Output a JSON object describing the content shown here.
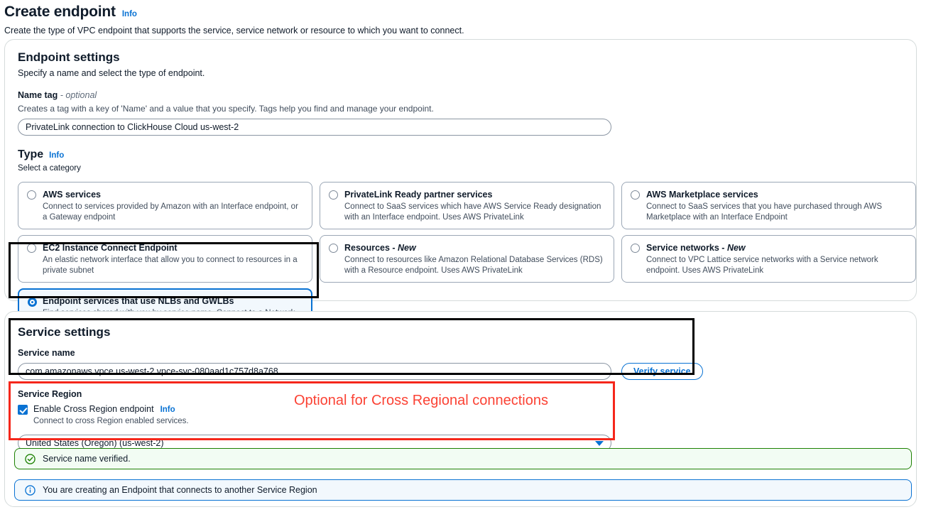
{
  "page": {
    "title": "Create endpoint",
    "info_label": "Info",
    "subtitle": "Create the type of VPC endpoint that supports the service, service network or resource to which you want to connect."
  },
  "endpoint_settings": {
    "title": "Endpoint settings",
    "subtitle": "Specify a name and select the type of endpoint.",
    "name_tag": {
      "label": "Name tag",
      "optional_suffix": "- optional",
      "description": "Creates a tag with a key of 'Name' and a value that you specify. Tags help you find and manage your endpoint.",
      "value": "PrivateLink connection to ClickHouse Cloud us-west-2"
    },
    "type": {
      "title": "Type",
      "info_label": "Info",
      "subtitle": "Select a category",
      "options": [
        {
          "title": "AWS services",
          "description": "Connect to services provided by Amazon with an Interface endpoint, or a Gateway endpoint",
          "selected": false
        },
        {
          "title": "PrivateLink Ready partner services",
          "description": "Connect to SaaS services which have AWS Service Ready designation with an Interface endpoint. Uses AWS PrivateLink",
          "selected": false
        },
        {
          "title": "AWS Marketplace services",
          "description": "Connect to SaaS services that you have purchased through AWS Marketplace with an Interface Endpoint",
          "selected": false
        },
        {
          "title": "EC2 Instance Connect Endpoint",
          "description": "An elastic network interface that allow you to connect to resources in a private subnet",
          "selected": false
        },
        {
          "title": "Resources - New",
          "description": "Connect to resources like Amazon Relational Database Services (RDS) with a Resource endpoint. Uses AWS PrivateLink",
          "selected": false
        },
        {
          "title": "Service networks - New",
          "description": "Connect to VPC Lattice service networks with a Service network endpoint. Uses AWS PrivateLink",
          "selected": false
        },
        {
          "title": "Endpoint services that use NLBs and GWLBs",
          "description": "Find services shared with you by service name. Connect to a Network LoadBalancer (NLB) service with an Interface endpoint or to a Gateway LoadBalancer (GWLB) service with a Gateway Load Balancer endpoint",
          "selected": true
        }
      ]
    }
  },
  "service_settings": {
    "title": "Service settings",
    "service_name": {
      "label": "Service name",
      "value": "com.amazonaws.vpce.us-west-2.vpce-svc-080aad1c757d8a768"
    },
    "verify_button": "Verify service",
    "service_region": {
      "label": "Service Region",
      "checkbox_label": "Enable Cross Region endpoint",
      "checkbox_info": "Info",
      "checkbox_checked": true,
      "checkbox_description": "Connect to cross Region enabled services.",
      "selected_region": "United States (Oregon) (us-west-2)"
    }
  },
  "annotations": {
    "red_note": "Optional for Cross Regional connections",
    "black_color": "#000000",
    "red_color": "#f5271b"
  },
  "alerts": [
    {
      "type": "success",
      "icon": "check-circle-icon",
      "message": "Service name verified."
    },
    {
      "type": "info",
      "icon": "info-circle-icon",
      "message": "You are creating an Endpoint that connects to another Service Region"
    }
  ],
  "colors": {
    "accent_blue": "#0972d3",
    "success_green": "#1d8102",
    "text": "#0f1b2a"
  }
}
